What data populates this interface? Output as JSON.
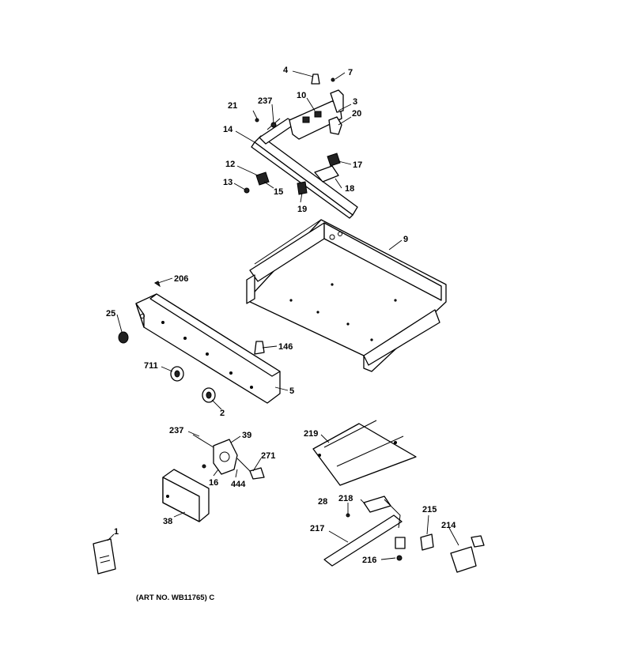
{
  "callouts": [
    {
      "id": "4",
      "text": "4"
    },
    {
      "id": "7",
      "text": "7"
    },
    {
      "id": "237a",
      "text": "237"
    },
    {
      "id": "10",
      "text": "10"
    },
    {
      "id": "3",
      "text": "3"
    },
    {
      "id": "21",
      "text": "21"
    },
    {
      "id": "20",
      "text": "20"
    },
    {
      "id": "14",
      "text": "14"
    },
    {
      "id": "17",
      "text": "17"
    },
    {
      "id": "12",
      "text": "12"
    },
    {
      "id": "18",
      "text": "18"
    },
    {
      "id": "13",
      "text": "13"
    },
    {
      "id": "15",
      "text": "15"
    },
    {
      "id": "19",
      "text": "19"
    },
    {
      "id": "9",
      "text": "9"
    },
    {
      "id": "206",
      "text": "206"
    },
    {
      "id": "25",
      "text": "25"
    },
    {
      "id": "146",
      "text": "146"
    },
    {
      "id": "711",
      "text": "711"
    },
    {
      "id": "5",
      "text": "5"
    },
    {
      "id": "2",
      "text": "2"
    },
    {
      "id": "237b",
      "text": "237"
    },
    {
      "id": "39",
      "text": "39"
    },
    {
      "id": "219",
      "text": "219"
    },
    {
      "id": "271",
      "text": "271"
    },
    {
      "id": "16",
      "text": "16"
    },
    {
      "id": "444",
      "text": "444"
    },
    {
      "id": "38",
      "text": "38"
    },
    {
      "id": "28",
      "text": "28"
    },
    {
      "id": "218",
      "text": "218"
    },
    {
      "id": "215",
      "text": "215"
    },
    {
      "id": "217",
      "text": "217"
    },
    {
      "id": "214",
      "text": "214"
    },
    {
      "id": "1",
      "text": "1"
    },
    {
      "id": "216",
      "text": "216"
    }
  ],
  "art_number": "(ART NO. WB11765) C"
}
